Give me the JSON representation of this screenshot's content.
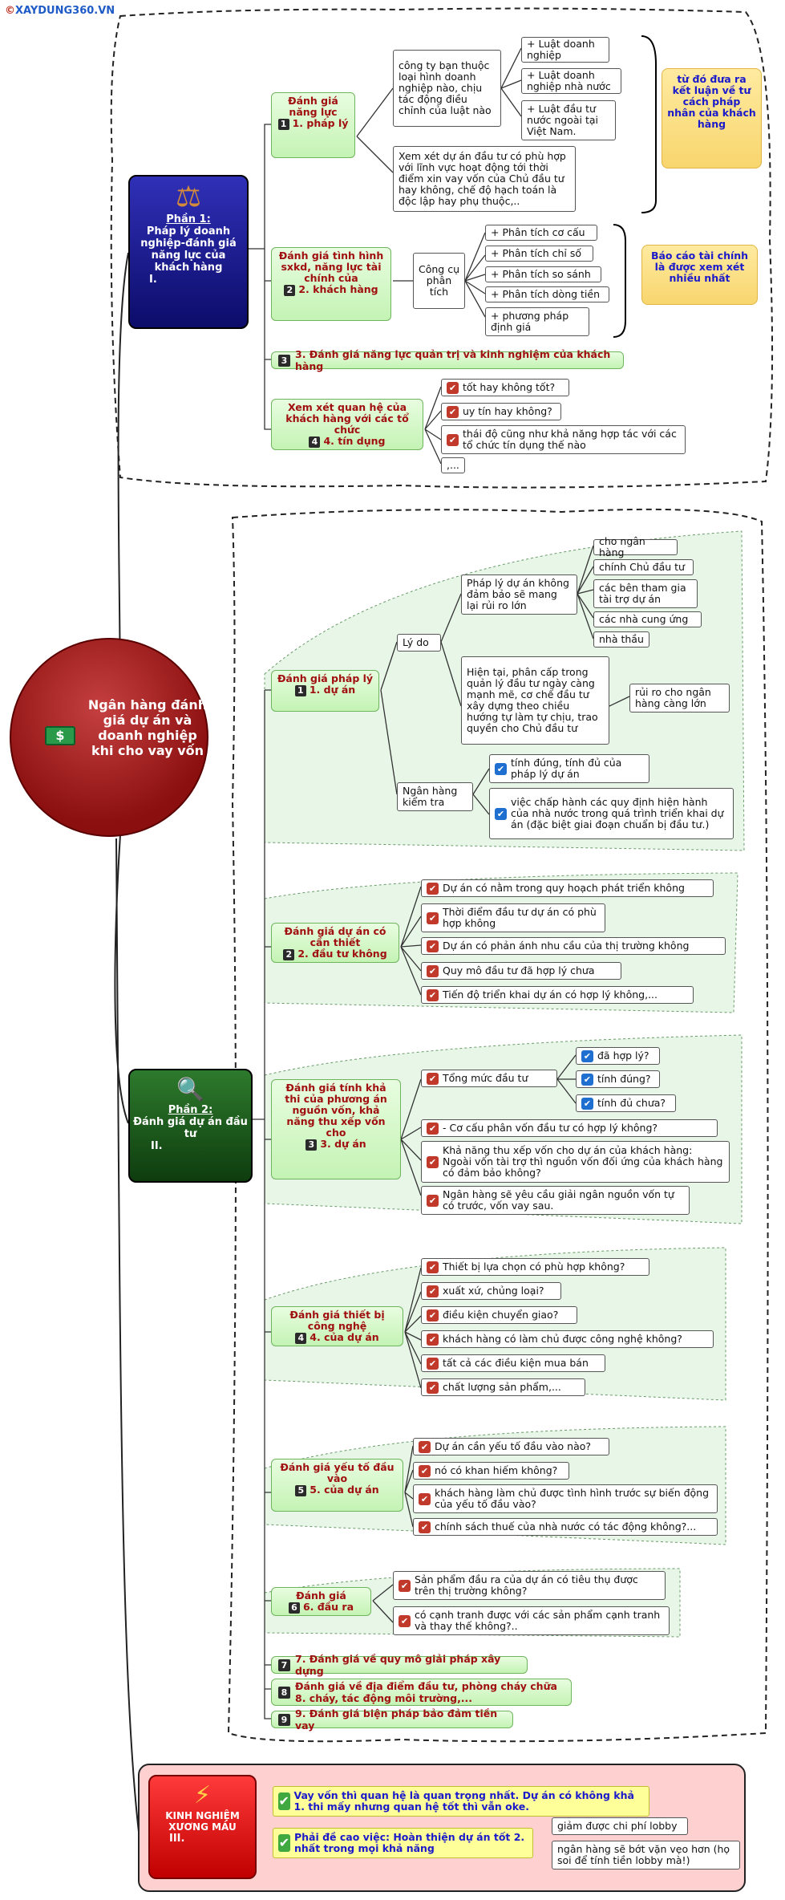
{
  "logo": "XAYDUNG360.VN",
  "center": "Ngân hàng đánh giá dự án và doanh nghiệp khi cho vay vốn",
  "part1": {
    "title": "Phần 1:",
    "body": "Pháp lý doanh nghiệp-đánh giá năng lực của khách hàng",
    "roman": "I.",
    "b1": {
      "label": "Đánh giá năng lực",
      "num": "1",
      "sub": "1. pháp lý"
    },
    "b1_leaf1": "công ty bạn thuộc loại hình doanh nghiệp nào, chịu tác động điều chỉnh của luật nào",
    "b1_laws": [
      "+ Luật doanh nghiệp",
      "+ Luật doanh nghiệp nhà nước",
      "+ Luật đầu tư nước ngoài tại Việt Nam."
    ],
    "b1_leaf2": "Xem xét dự án đầu tư có phù hợp với lĩnh vực hoạt động tới thời điểm xin vay vốn của Chủ đầu tư hay không, chế độ hạch toán là độc lập hay phụ thuộc,..",
    "b1_note": "từ đó đưa ra kết luận về tư cách pháp nhân của khách hàng",
    "b2": {
      "label": "Đánh giá tình hình sxkd, năng lực tài chính của",
      "num": "2",
      "sub": "2. khách hàng"
    },
    "b2_tool": "Công cụ phân tích",
    "b2_leaves": [
      "+ Phân tích cơ cấu",
      "+ Phân tích chỉ số",
      "+ Phân tích so sánh",
      "+ Phân tích dòng tiền",
      "+ phương pháp định giá"
    ],
    "b2_note": "Báo cáo tài chính là được xem xét nhiều nhất",
    "b3": {
      "num": "3",
      "label": "3. Đánh giá năng lực quản trị và kinh nghiệm của khách hàng"
    },
    "b4": {
      "label": "Xem xét quan hệ của khách hàng với các tổ chức",
      "num": "4",
      "sub": "4. tín dụng"
    },
    "b4_leaves": [
      "tốt hay không tốt?",
      "uy tín hay không?",
      "thái độ cũng như khả năng hợp tác với các tổ chức tín dụng thế nào",
      ",..."
    ]
  },
  "part2": {
    "title": "Phần 2:",
    "body": "Đánh giá dự án đầu tư",
    "roman": "II.",
    "s1": {
      "label": "Đánh giá pháp lý",
      "num": "1",
      "sub": "1. dự án"
    },
    "s1_lydo": "Lý do",
    "s1_a": "Pháp lý dự án không đảm bảo sẽ mang lại rủi ro lớn",
    "s1_a_leaves": [
      "cho ngân hàng",
      "chính Chủ đầu tư",
      "các bên tham gia tài trợ dự án",
      "các nhà cung ứng",
      "nhà thầu"
    ],
    "s1_b": "Hiện tại, phân cấp trong quản lý đầu tư ngày càng mạnh mẽ, cơ chế đầu tư xây dựng theo chiều hướng tự làm tự chịu, trao quyền cho Chủ đầu tư",
    "s1_b_leaf": "rủi ro cho ngân hàng càng lớn",
    "s1_kiemtra": "Ngân hàng kiểm tra",
    "s1_k_leaves": [
      "tính đúng, tính đủ của pháp lý dự án",
      "việc chấp hành các quy định hiện hành của nhà nước trong quá trình triển khai dự án (đặc biệt giai đoạn chuẩn bị đầu tư.)"
    ],
    "s2": {
      "label": "Đánh giá dự án có cần thiết",
      "num": "2",
      "sub": "2. đầu tư không"
    },
    "s2_leaves": [
      "Dự án có nằm trong quy hoạch phát triển không",
      "Thời điểm đầu tư dự án có phù hợp không",
      "Dự án có phản ánh nhu cầu của thị trường không",
      "Quy mô đầu tư đã hợp lý chưa",
      "Tiến độ triển khai dự án có hợp lý không,..."
    ],
    "s3": {
      "label": "Đánh giá tính khả thi của phương án nguồn vốn, khả năng thu xếp vốn cho",
      "num": "3",
      "sub": "3. dự án"
    },
    "s3_tong": "Tổng mức đầu tư",
    "s3_tong_leaves": [
      "đã hợp lý?",
      "tính đúng?",
      "tính đủ chưa?"
    ],
    "s3_leaves": [
      "- Cơ cấu phân vốn đầu tư có hợp lý không?",
      "Khả năng thu xếp vốn cho dự án của khách hàng: Ngoài vốn tài trợ thì nguồn vốn đối ứng của khách hàng có đảm bảo không?",
      "Ngân hàng sẽ yêu cầu giải ngân nguồn vốn tự có trước, vốn vay sau."
    ],
    "s4": {
      "label": "Đánh giá thiết bị công nghệ",
      "num": "4",
      "sub": "4. của dự án"
    },
    "s4_leaves": [
      "Thiết bị lựa chọn có phù hợp không?",
      "xuất xứ, chủng loại?",
      "điều kiện chuyển giao?",
      "khách hàng có làm chủ được công nghệ không?",
      "tất cả các điều kiện mua bán",
      "chất lượng sản phẩm,..."
    ],
    "s5": {
      "label": "Đánh giá yếu tố đầu vào",
      "num": "5",
      "sub": "5. của dự án"
    },
    "s5_leaves": [
      "Dự án cần yếu tố đầu vào nào?",
      "nó có khan hiếm không?",
      "khách hàng làm chủ được tình hình trước sự biến động của yếu tố đầu vào?",
      "chính sách thuế của nhà nước có tác động không?..."
    ],
    "s6": {
      "label": "Đánh giá",
      "num": "6",
      "sub": "6. đầu ra"
    },
    "s6_leaves": [
      "Sản phẩm đầu ra của dự án có tiêu thụ được trên thị trường không?",
      "có cạnh tranh được với các sản phẩm cạnh tranh và thay thế không?.."
    ],
    "s7": {
      "num": "7",
      "label": "7. Đánh giá về quy mô giải pháp xây dựng"
    },
    "s8": {
      "num": "8",
      "label1": "Đánh giá về địa điểm đầu tư, phòng cháy chữa",
      "label2": "8. cháy, tác động môi trường,..."
    },
    "s9": {
      "num": "9",
      "label": "9. Đánh giá biện pháp bảo đảm tiền vay"
    }
  },
  "part3": {
    "title": "KINH NGHIỆM XƯƠNG MÁU",
    "roman": "III.",
    "k1": "Vay vốn thì quan hệ là quan trọng nhất. Dự án có không khả 1. thi mấy nhưng quan hệ tốt thì vẫn oke.",
    "k2": "Phải đề cao việc: Hoàn thiện dự án tốt 2. nhất trong mọi khả năng",
    "k2_leaves": [
      "giảm được chi phí lobby",
      "ngân hàng sẽ bớt vặn vẹo hơn (họ soi để tính tiền lobby mà!)"
    ]
  },
  "colors": {
    "part1": "#1a1a9a",
    "part2": "#1e5b1e",
    "part3": "#e02020",
    "center": "#8b0f0f"
  }
}
